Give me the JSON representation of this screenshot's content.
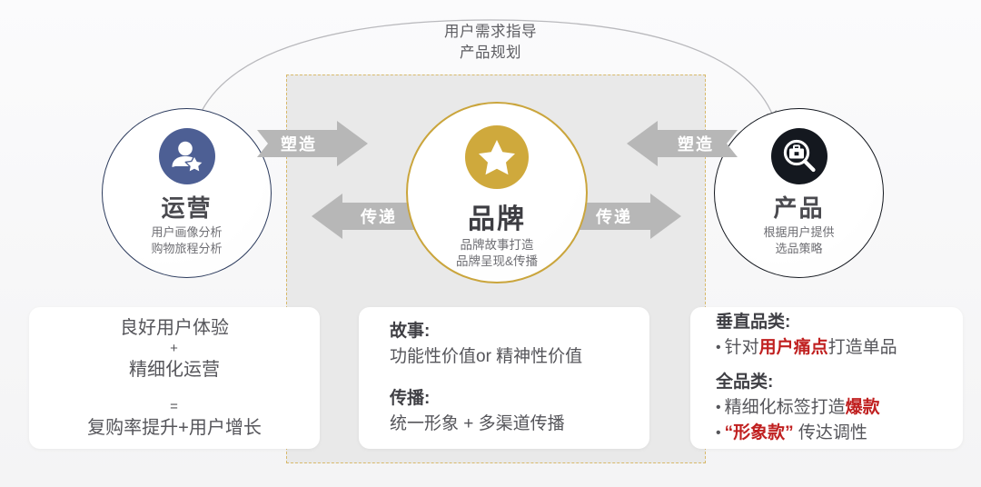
{
  "diagram": {
    "top_flow": {
      "label": "用户需求指导\n产品规划"
    },
    "panel": {
      "fill_color": "#e9e9e9",
      "border_color": "#d8b96a"
    },
    "nodes": [
      {
        "id": "operations",
        "title": "运营",
        "subtitle": "用户画像分析\n购物旅程分析",
        "icon": "user-star-icon",
        "icon_color": "#4d5f94",
        "ring_color": "#2b3a5c"
      },
      {
        "id": "brand",
        "title": "品牌",
        "subtitle": "品牌故事打造\n品牌呈现&传播",
        "icon": "star-badge-icon",
        "icon_color": "#cfa93c",
        "ring_color": "#caa53c"
      },
      {
        "id": "product",
        "title": "产品",
        "subtitle": "根据用户提供\n选品策略",
        "icon": "briefcase-search-icon",
        "icon_color": "#14181f",
        "ring_color": "#14181f"
      }
    ],
    "arrows": [
      {
        "id": "ops-to-brand",
        "label": "塑造",
        "direction": "right",
        "color": "#b7b7b7"
      },
      {
        "id": "brand-to-ops",
        "label": "传递",
        "direction": "left",
        "color": "#b7b7b7"
      },
      {
        "id": "product-to-brand",
        "label": "塑造",
        "direction": "left",
        "color": "#b7b7b7"
      },
      {
        "id": "brand-to-product",
        "label": "传递",
        "direction": "right",
        "color": "#b7b7b7"
      }
    ],
    "cards": {
      "operations": {
        "line1": "良好用户体验",
        "op1": "+",
        "line2": "精细化运营",
        "op2": "=",
        "line3": "复购率提升+用户增长"
      },
      "brand": {
        "head1": "故事:",
        "body1": "功能性价值or 精神性价值",
        "head2": "传播:",
        "body2": "统一形象 + 多渠道传播"
      },
      "product": {
        "head1": "垂直品类:",
        "bullet1_pre": "针对",
        "bullet1_hi": "用户痛点",
        "bullet1_post": "打造单品",
        "head2": "全品类:",
        "bullet2_pre": "精细化标签打造",
        "bullet2_hi": "爆款",
        "bullet3_hi": "“形象款”",
        "bullet3_post": " 传达调性",
        "bullet_char": "•",
        "highlight_color": "#c02020"
      }
    }
  }
}
